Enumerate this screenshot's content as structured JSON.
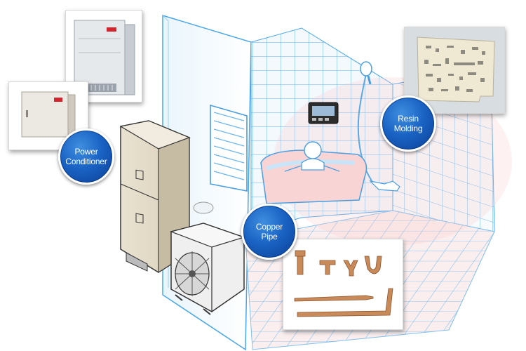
{
  "labels": {
    "power_conditioner": [
      "Power",
      "Conditioner"
    ],
    "copper_pipe": [
      "Copper",
      "Pipe"
    ],
    "resin_molding": [
      "Resin",
      "Molding"
    ]
  },
  "colors": {
    "badge_blue": "#1a63c4",
    "tile_line": "#4aa6ea",
    "tub_pink": "#f6c9c9",
    "copper": "#c98a5a"
  },
  "icons": {
    "power_conditioner": "power-conditioner-icon",
    "resin_board": "resin-board-icon",
    "copper_fittings": "copper-fittings-icon"
  }
}
